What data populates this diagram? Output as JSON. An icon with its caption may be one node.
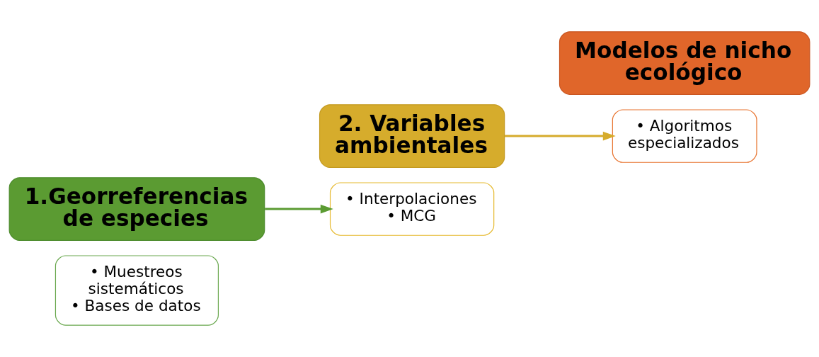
{
  "diagram": {
    "nodes": [
      {
        "text": [
          "• Muestreos sistemáticos",
          "• Bases de datos"
        ]
      },
      {
        "text": [
          "1.Georreferencias de especies"
        ]
      },
      {
        "text": [
          "• Interpolaciones",
          "• MCG"
        ]
      },
      {
        "text": [
          "2. Variables ambientales"
        ]
      },
      {
        "text": [
          "• Algoritmos especializados"
        ]
      },
      {
        "text": [
          "Modelos de nicho ecológico"
        ]
      }
    ],
    "edges": [
      {
        "from": 1,
        "to": 2,
        "arrow": "to",
        "color": "#5b9b32"
      },
      {
        "from": 3,
        "to": 4,
        "arrow": "to",
        "color": "#d6ac2c"
      }
    ]
  }
}
